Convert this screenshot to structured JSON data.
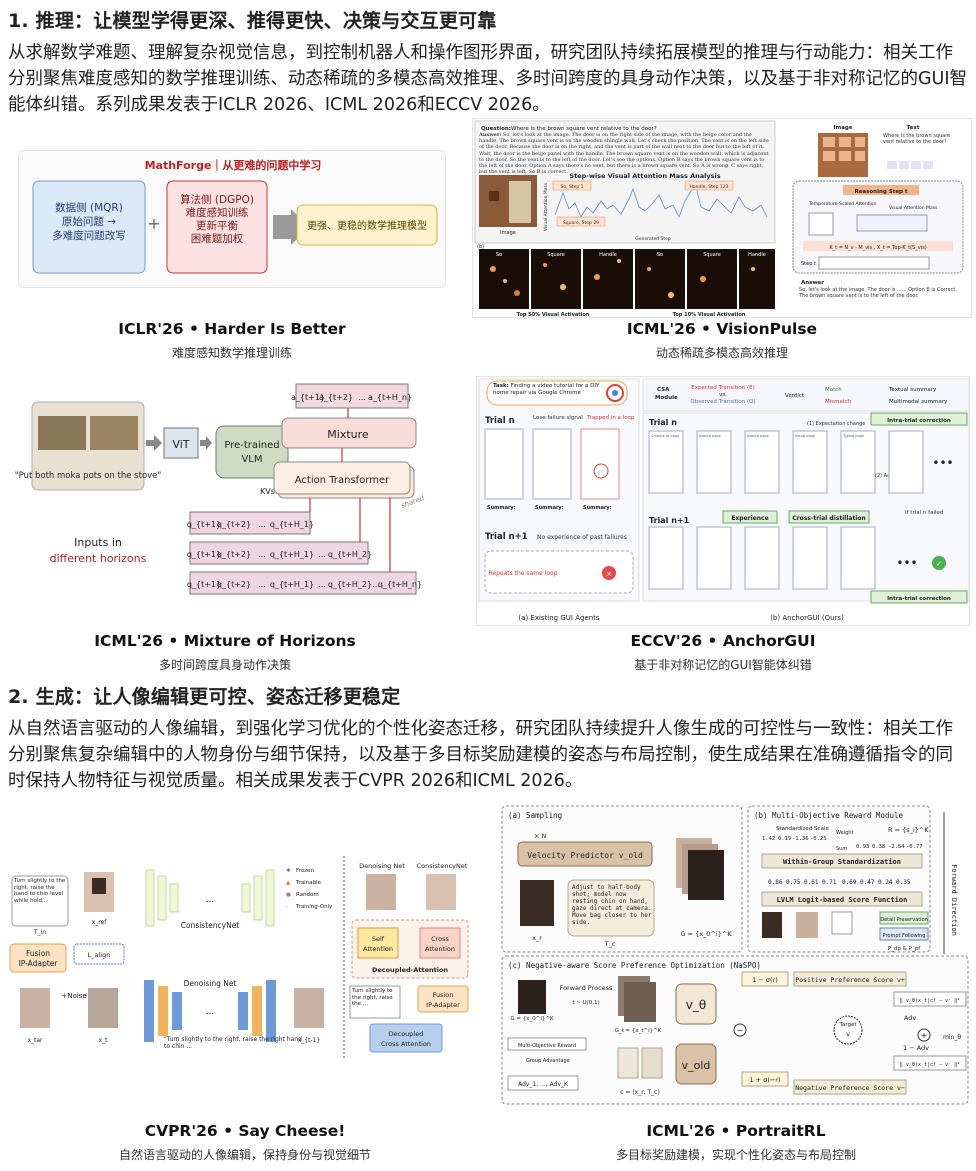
{
  "section1": {
    "heading": "1. 推理：让模型学得更深、推得更快、决策与交互更可靠",
    "paragraph": "从求解数学难题、理解复杂视觉信息，到控制机器人和操作图形界面，研究团队持续拓展模型的推理与行动能力：相关工作分别聚焦难度感知的数学推理训练、动态稀疏的多模态高效推理、多时间跨度的具身动作决策，以及基于非对称记忆的GUI智能体纠错。系列成果发表于ICLR 2026、ICML 2026和ECCV 2026。"
  },
  "section2": {
    "heading": "2. 生成：让人像编辑更可控、姿态迁移更稳定",
    "paragraph": "从自然语言驱动的人像编辑，到强化学习优化的个性化姿态迁移，研究团队持续提升人像生成的可控性与一致性：相关工作分别聚焦复杂编辑中的人物身份与细节保持，以及基于多目标奖励建模的姿态与布局控制，使生成结果在准确遵循指令的同时保持人物特征与视觉质量。相关成果发表于CVPR 2026和ICML 2026。"
  },
  "papers": [
    {
      "venue": "ICLR'26 • Harder Is Better",
      "subtitle": "难度感知数学推理训练"
    },
    {
      "venue": "ICML'26 • VisionPulse",
      "subtitle": "动态稀疏多模态高效推理"
    },
    {
      "venue": "ICML'26 • Mixture of Horizons",
      "subtitle": "多时间跨度具身动作决策"
    },
    {
      "venue": "ECCV'26 • AnchorGUI",
      "subtitle": "基于非对称记忆的GUI智能体纠错"
    },
    {
      "venue": "CVPR'26 • Say Cheese!",
      "subtitle": "自然语言驱动的人像编辑，保持身份与视觉细节"
    },
    {
      "venue": "ICML'26 • PortraitRL",
      "subtitle": "多目标奖励建模，实现个性化姿态与布局控制"
    }
  ],
  "fig_mathforge": {
    "title": "MathForge｜从更难的问题中学习",
    "box1": [
      "数据侧 (MQR)",
      "原始问题 →",
      "多难度问题改写"
    ],
    "box2": [
      "算法侧 (DGPO)",
      "难度感知训练",
      "更新平衡",
      "困难题加权"
    ],
    "box3": "更强、更稳的数学推理模型",
    "plus": "+"
  },
  "fig_visionpulse": {
    "question_label": "Question:",
    "question": "Where is the brown square vent relative to the door?",
    "answer_label": "Answer:",
    "answer": "So, let's look at the image. The door is on the right side of the image, with the beige color and the handle. The brown square vent is on the wooden shingle wall. Let's check the position. The vent is on the left side of the door. Because the door is on the right, and the vent is part of the wall next to the door but to the left of it. Wait, the door is the beige panel with the handle. The brown square vent is on the wooden wall, which is adjacent to the door. So the vent is to the left of the door. Let's see the options. Option B says the brown square vent is to the left of the door. Option A says there's no vent, but there is a brown square vent. So A is wrong. C says right, but the vent is left. So B is correct.",
    "chart_title": "Step-wise Visual Attention Mass Analysis",
    "y_axis": "Visual Attention Mass",
    "x_axis": "Generated Step",
    "image_label": "Image",
    "tags": [
      "So, Step 1",
      "Square, Step 29",
      "Handle, Step 123"
    ],
    "panel_b": "(b)",
    "strip_labels": [
      "So",
      "Square",
      "Handle",
      "So",
      "Square",
      "Handle"
    ],
    "strip_caption_left": "Top 50% Visual Activation",
    "strip_caption_right": "Top 10% Visual Activation",
    "right_image": "Image",
    "right_text": "Text",
    "right_question": "Where is the brown square vent relative to the door?",
    "reasoning": "Reasoning Step t",
    "temp_scaled": "Temperature-Scaled Attention",
    "vam": "Visual Attention Mass",
    "formula": "K_t = N_v · M_vis , X_t = Top-K_t(S_vis)",
    "step_t": "Step t",
    "answer_box_title": "Answer",
    "answer_box": "So, let's look at the image. The door is ...... Option B is Correct. The brown square vent is to the left of the door."
  },
  "fig_moh": {
    "instruction": "\"Put both moka pots on the stove\"",
    "vit": "ViT",
    "vlm": [
      "Pre-trained",
      "VLM"
    ],
    "kvs": "KVs",
    "mixture": "Mixture",
    "action_transformer": "Action Transformer",
    "shared": "shared",
    "inputs": "Inputs in",
    "horizons": "different horizons",
    "top_tokens": [
      "a_{t+1}",
      "a_{t+2}",
      "...",
      "a_{t+H_n}"
    ],
    "row1": [
      "q_{t+1}",
      "q_{t+2}",
      "...",
      "q_{t+H_1}"
    ],
    "row2": [
      "q_{t+1}",
      "q_{t+2}",
      "...",
      "q_{t+H_1}",
      "...",
      "q_{t+H_2}"
    ],
    "row3": [
      "q_{t+1}",
      "q_{t+2}",
      "...",
      "q_{t+H_1}",
      "...",
      "q_{t+H_2}",
      "...",
      "q_{t+H_n}"
    ]
  },
  "fig_anchorgui": {
    "task_label": "Task:",
    "task": "Finding a video tutorial for a DIY home repair via Google Chrome",
    "csa": [
      "CSA",
      "Module"
    ],
    "expected": "Expected Transition (E)",
    "vs": "vs.",
    "observed": "Observed Transition (O)",
    "verdict": "Verdict",
    "match": "Match",
    "mismatch": "Mismatch",
    "textual": "Textual summary",
    "multimodal": "Multimodal summary",
    "trial_n": "Trial n",
    "trial_n1": "Trial n+1",
    "lose_failure": "Lose failure signal",
    "trapped": "Trapped in a loop",
    "no_experience": "No experience of past failures",
    "repeats": "Repeats the same loop",
    "intra_trial": "Intra-trial correction",
    "experience": "Experience",
    "cross_trial": "Cross-trial distillation",
    "if_failed": "If trial n failed",
    "expectation_change": "(1) Expectation change",
    "action_change": "(2) Action change",
    "caption_a": "(a) Existing GUI Agents",
    "caption_b": "(b) AnchorGUI (Ours)",
    "screen_labels": [
      "Chrome to page",
      "Search page",
      "Search page",
      "Setup page",
      "Typing page"
    ],
    "summary": "Summary:"
  },
  "fig_saycheese": {
    "instruction": "Turn slightly to the right, raise the hand to chin level while hold...",
    "t_in": "T_in",
    "x_ref": "x_ref",
    "fusion": [
      "Fusion",
      "IP-Adapter"
    ],
    "l_align": "L_align",
    "consistency": "ConsistencyNet",
    "denoising": "Denoising Net",
    "noise": "+Noise",
    "x_tar": "x_tar",
    "x_t": "x_t",
    "x_t1": "x_{t-1}",
    "prompt": "\"Turn slightly to the right, raise the right hand to chin ...",
    "legend": [
      "Frozen",
      "Trainable",
      "Random",
      "Training-Only"
    ],
    "right_denoising": "Denoising Net",
    "right_consistency": "ConsistencyNet",
    "self_attn": [
      "Self",
      "Attention"
    ],
    "cross_attn": [
      "Cross",
      "Attention"
    ],
    "decoupled": "Decoupled-Attention",
    "right_prompt": "Turn slightly to the right, raise the ...",
    "right_fusion": [
      "Fusion",
      "IP-Adapter"
    ],
    "decoupled_cross": [
      "Decoupled",
      "Cross Attention"
    ],
    "dots": "..."
  },
  "fig_portraitrl": {
    "a_title": "(a) Sampling",
    "times_n": "× N",
    "velocity": "Velocity Predictor v_old",
    "x_r": "x_r",
    "t_c": "T_c",
    "prompt": "Adjust to half-body shot; model now resting chin on hand, gaze direct at camera. Move bag closer to her side.",
    "g_set": "G = {x_0^i}^K",
    "b_title": "(b) Multi-Objective Reward Module",
    "standardized": "Standardized Scale",
    "scale_values": [
      "1.42",
      "0.19",
      "-1.36",
      "-0.25",
      "0.93",
      "0.38",
      "-2.54",
      "-0.77"
    ],
    "weight": "Weight",
    "sum": "Sum",
    "r_formula": "R = {s_i}^K",
    "within_group": "Within-Group Standardization",
    "scores": [
      "0.86",
      "0.75",
      "0.61",
      "0.71",
      "0.69",
      "0.47",
      "0.24",
      "0.35"
    ],
    "lvlm": "LVLM Logit-based Score Function",
    "detail": "Detail Preservation",
    "prompt_following": "Prompt Following",
    "p_labels": "P_dp & P_pf",
    "forward_direction": "Forward Direction",
    "c_title": "(c) Negative-aware Score Preference Optimization (NaSPO)",
    "forward_process": "Forward Process",
    "t_range": "t ~ U(0,1)",
    "g_t": "G_t = {x_t^i}^K",
    "v_theta": "v_θ",
    "v_old": "v_old",
    "c_formula": "c = (x_r, T_c)",
    "mor": "Multi-Objective Reward",
    "group_adv": "Group Advantage",
    "adv_list": "Adv_1, ..., Adv_K",
    "pos_score": "Positive Preference Score v+",
    "neg_score": "Negative Preference Score v−",
    "one_minus": "1 − σ(r)",
    "one_plus": "1 + σ(−r)",
    "target": "Target",
    "v_target": "v",
    "adv": "Adv",
    "one_minus_adv": "1 − Adv",
    "min_theta": "min_θ"
  }
}
